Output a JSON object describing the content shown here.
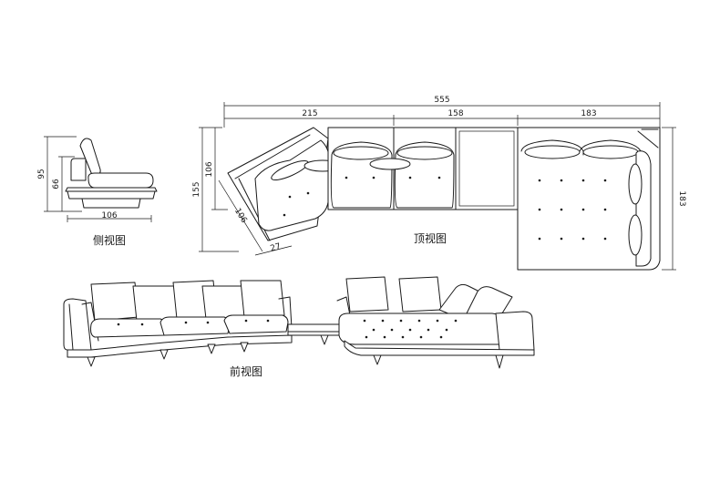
{
  "labels": {
    "side_view": "侧视图",
    "top_view": "顶视图",
    "front_view": "前视图"
  },
  "dimensions": {
    "total_width": "555",
    "section_left": "215",
    "section_mid": "158",
    "section_right": "183",
    "right_depth": "183",
    "overall_depth": "155",
    "arm_depth": "106",
    "arm_diag": "106",
    "arm_end": "27",
    "side_height": "95",
    "side_seat_height": "66",
    "side_depth": "106"
  }
}
